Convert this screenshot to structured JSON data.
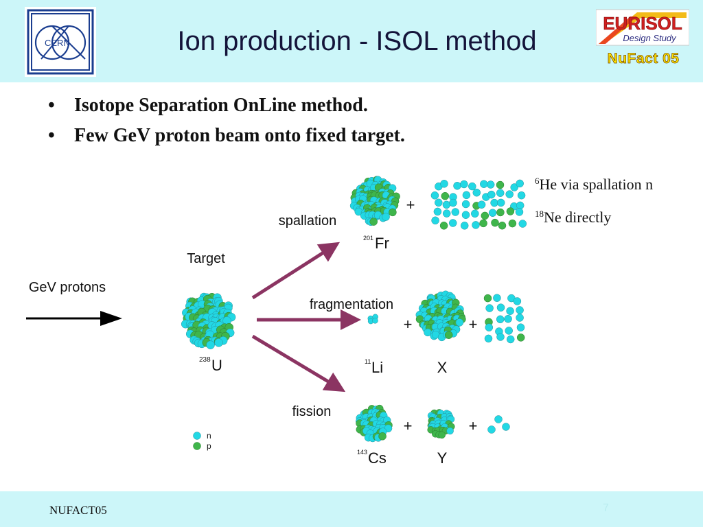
{
  "header": {
    "title": "Ion production - ISOL method",
    "cern_logo_text": "CERN",
    "eurisol_logo": {
      "name": "EURISOL",
      "subtitle": "Design Study"
    },
    "conference_badge": "NuFact 05"
  },
  "bullets": [
    "Isotope Separation OnLine method.",
    "Few GeV proton beam onto fixed target."
  ],
  "diagram": {
    "beam_label": "GeV protons",
    "target_label": "Target",
    "target_nucleus": {
      "mass": "238",
      "symbol": "U"
    },
    "processes": [
      {
        "name": "spallation",
        "products": [
          {
            "mass": "201",
            "symbol": "Fr"
          }
        ],
        "separators": [
          "+"
        ]
      },
      {
        "name": "fragmentation",
        "products": [
          {
            "mass": "11",
            "symbol": "Li"
          },
          {
            "mass": "",
            "symbol": "X"
          }
        ],
        "separators": [
          "+",
          "+"
        ]
      },
      {
        "name": "fission",
        "products": [
          {
            "mass": "143",
            "symbol": "Cs"
          },
          {
            "mass": "",
            "symbol": "Y"
          }
        ],
        "separators": [
          "+",
          "+"
        ]
      }
    ],
    "notes": [
      {
        "mass": "6",
        "text": "He via spallation n"
      },
      {
        "mass": "18",
        "text": "Ne directly"
      }
    ],
    "legend": [
      {
        "label": "n",
        "color": "#22d8e4"
      },
      {
        "label": "p",
        "color": "#3fb54b"
      }
    ],
    "colors": {
      "arrow": "#8b3462",
      "neutron": "#22d8e4",
      "proton": "#3fb54b"
    }
  },
  "footer": {
    "label": "NUFACT05",
    "page_number": "7"
  }
}
